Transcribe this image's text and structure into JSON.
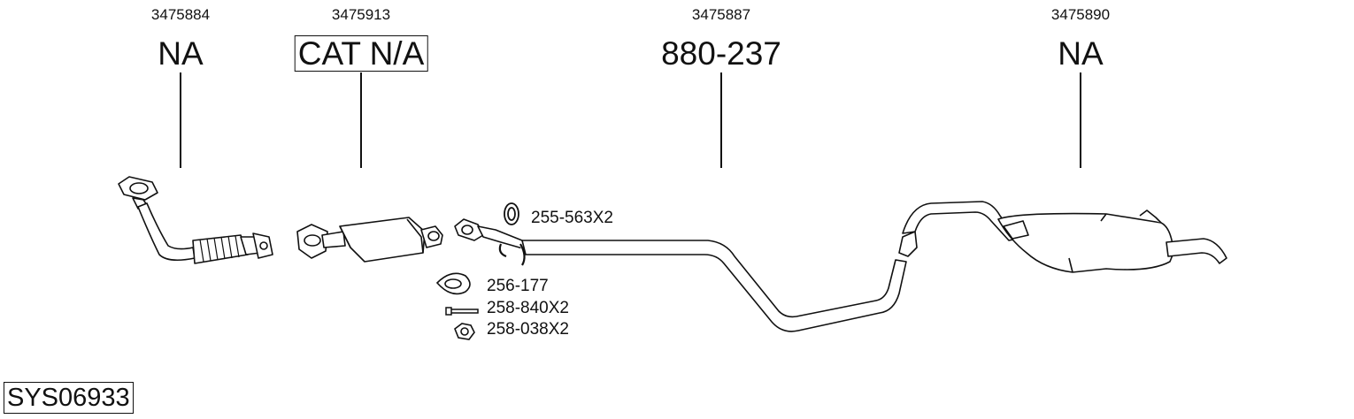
{
  "system_code": "SYS06933",
  "sections": [
    {
      "oem": "3475884",
      "part": "NA",
      "boxed": false
    },
    {
      "oem": "3475913",
      "part": "CAT N/A",
      "boxed": true
    },
    {
      "oem": "3475887",
      "part": "880-237",
      "boxed": false
    },
    {
      "oem": "3475890",
      "part": "NA",
      "boxed": false
    }
  ],
  "accessories": [
    {
      "label": "255-563X2",
      "icon": "ring-gasket-icon"
    },
    {
      "label": "256-177",
      "icon": "flange-gasket-icon"
    },
    {
      "label": "258-840X2",
      "icon": "bolt-icon"
    },
    {
      "label": "258-038X2",
      "icon": "nut-icon"
    }
  ]
}
